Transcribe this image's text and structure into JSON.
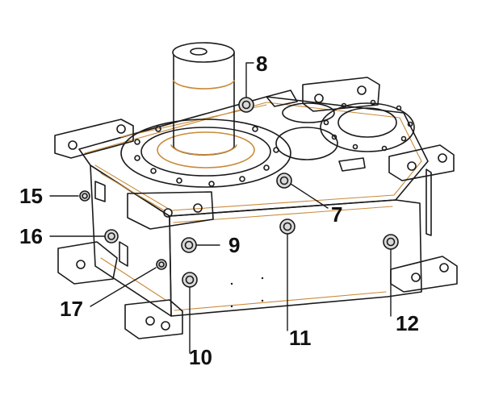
{
  "diagram": {
    "colors": {
      "outline": "#1a1a1a",
      "accent": "#c98a3a",
      "plug_fill": "#d9d9d9",
      "background": "#ffffff"
    },
    "callouts": [
      {
        "id": "7",
        "label": "7"
      },
      {
        "id": "8",
        "label": "8"
      },
      {
        "id": "9",
        "label": "9"
      },
      {
        "id": "10",
        "label": "10"
      },
      {
        "id": "11",
        "label": "11"
      },
      {
        "id": "12",
        "label": "12"
      },
      {
        "id": "15",
        "label": "15"
      },
      {
        "id": "16",
        "label": "16"
      },
      {
        "id": "17",
        "label": "17"
      }
    ]
  }
}
